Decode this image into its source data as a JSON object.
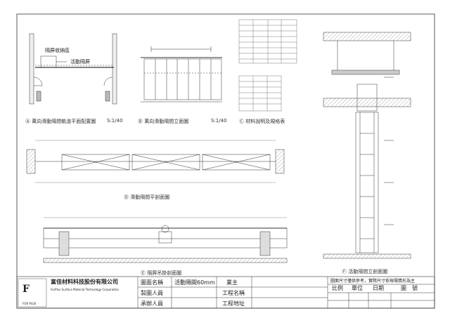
{
  "drawings": {
    "a": {
      "caption": "Ⓐ 萬向滑動隔間軌道平面配置圖",
      "scale": "S:1/40",
      "label_storage": "隔屏收納區",
      "label_partition": "活動隔屏"
    },
    "b": {
      "caption": "Ⓑ 萬向滑動隔間立面圖",
      "scale": "S:1/40"
    },
    "c": {
      "caption": "Ⓒ 材料說明及規格表"
    },
    "d": {
      "caption": "Ⓓ 滑動隔間平剖面圖"
    },
    "e": {
      "caption": "Ⓔ 隔屏吊掛剖面圖"
    },
    "f": {
      "caption": "Ⓕ 活動隔間立剖面圖"
    }
  },
  "note": "圖面尺寸僅供參考，實際尺寸依現場情形為主",
  "company": {
    "name": "富佳材料科技股份有限公司",
    "name_en": "ForPlus Surface Material Technology Corporation",
    "logo": "FOR PLUS"
  },
  "titleblock": {
    "drawing_name_label": "圖面名稱",
    "drawing_name_value": "活動隔間60mm",
    "drafter_label": "製圖人員",
    "contractor_label": "承辦人員",
    "owner_label": "業主",
    "project_label": "工程名稱",
    "site_label": "工程地址",
    "ratio_label": "比例",
    "unit_label": "單位",
    "date_label": "日期",
    "number_label": "圖　號"
  }
}
